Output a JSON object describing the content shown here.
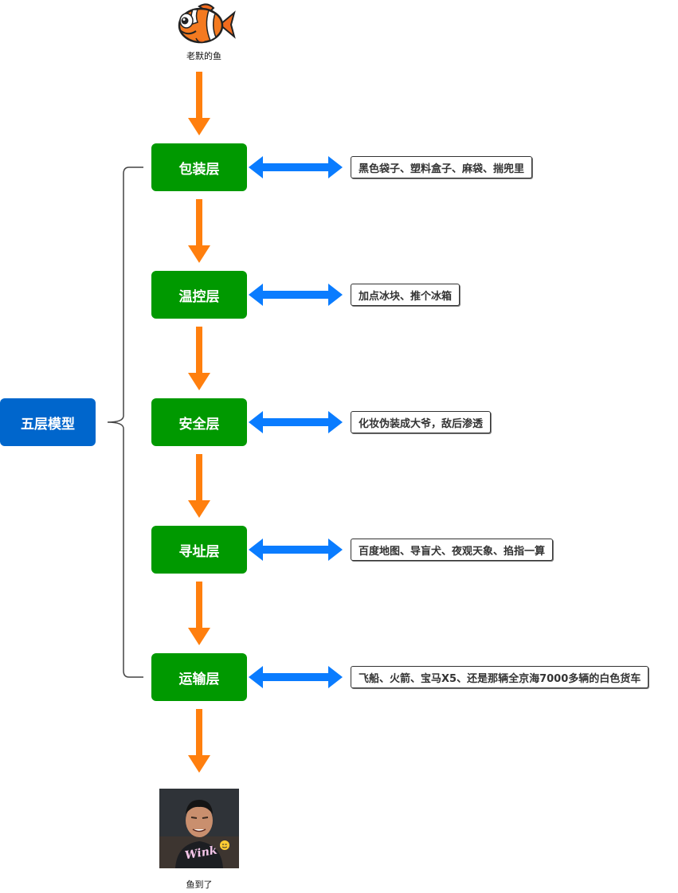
{
  "title": "五层模型",
  "top_caption": "老默的鱼",
  "bottom_caption": "鱼到了",
  "photo_overlay_text": "Wink",
  "colors": {
    "layer_fill": "#009900",
    "root_fill": "#0066cc",
    "flow_arrow": "#ff7f0e",
    "bidirectional_arrow": "#0a7cff"
  },
  "layers": [
    {
      "name": "包装层",
      "note": "黑色袋子、塑料盒子、麻袋、揣兜里"
    },
    {
      "name": "温控层",
      "note": "加点冰块、推个冰箱"
    },
    {
      "name": "安全层",
      "note": "化妆伪装成大爷，敌后渗透"
    },
    {
      "name": "寻址层",
      "note": "百度地图、导盲犬、夜观天象、掐指一算"
    },
    {
      "name": "运输层",
      "note": "飞船、火箭、宝马X5、还是那辆全京海7000多辆的白色货车"
    }
  ]
}
